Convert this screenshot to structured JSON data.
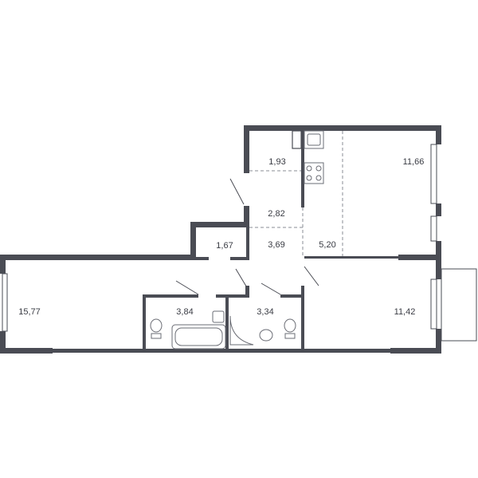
{
  "rooms": [
    {
      "id": "storage-upper",
      "area": "1,93"
    },
    {
      "id": "corridor",
      "area": "2,82"
    },
    {
      "id": "kitchen-living",
      "area": "11,66"
    },
    {
      "id": "storage-lower",
      "area": "1,67"
    },
    {
      "id": "hall",
      "area": "3,69"
    },
    {
      "id": "kitchen-zone",
      "area": "5,20"
    },
    {
      "id": "living-left",
      "area": "15,77"
    },
    {
      "id": "bathroom",
      "area": "3,84"
    },
    {
      "id": "wc",
      "area": "3,34"
    },
    {
      "id": "bedroom-right",
      "area": "11,42"
    }
  ],
  "colors": {
    "wall": "#4a4c54",
    "background": "#ffffff",
    "label": "#3a3c44"
  }
}
